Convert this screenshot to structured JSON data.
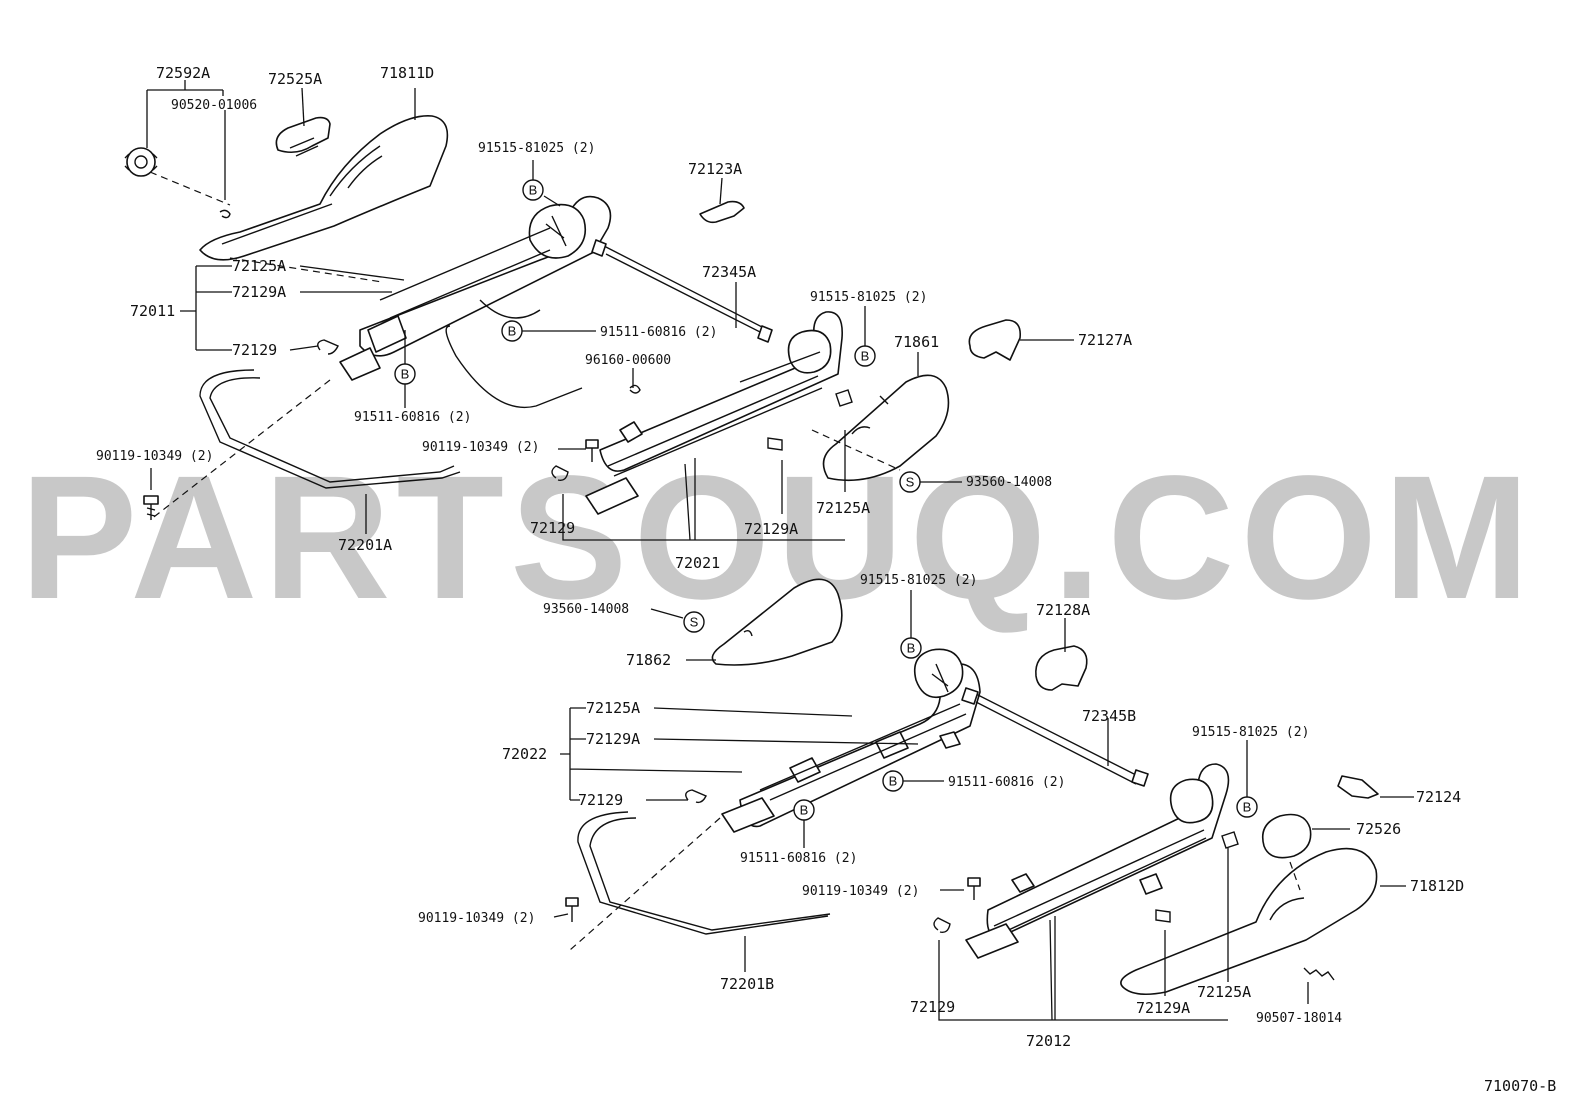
{
  "watermark": "PARTSOUQ.COM",
  "diagram_id": "710070-B",
  "callout_letters": {
    "bolt": "B",
    "screw": "S"
  },
  "labels": {
    "p72592A": "72592A",
    "p90520": "90520-01006",
    "p72525A": "72525A",
    "p71811D": "71811D",
    "p91515_a": "91515-81025 (2)",
    "p72123A": "72123A",
    "p72125A_a": "72125A",
    "p72129A_a": "72129A",
    "p72011": "72011",
    "p72129_a": "72129",
    "p72345A": "72345A",
    "p91511_a": "91511-60816 (2)",
    "p96160": "96160-00600",
    "p91515_b": "91515-81025 (2)",
    "p71861": "71861",
    "p72127A": "72127A",
    "p91511_b": "91511-60816 (2)",
    "p90119_a": "90119-10349 (2)",
    "p90119_b": "90119-10349 (2)",
    "p93560_a": "93560-14008",
    "p72125A_b": "72125A",
    "p72129_b": "72129",
    "p72129A_b": "72129A",
    "p72201A": "72201A",
    "p72021": "72021",
    "p93560_b": "93560-14008",
    "p91515_c": "91515-81025 (2)",
    "p72128A": "72128A",
    "p71862": "71862",
    "p72125A_c": "72125A",
    "p72129A_c": "72129A",
    "p72022": "72022",
    "p72345B": "72345B",
    "p91515_d": "91515-81025 (2)",
    "p91511_c": "91511-60816 (2)",
    "p72129_c": "72129",
    "p72124": "72124",
    "p72526": "72526",
    "p91511_d": "91511-60816 (2)",
    "p90119_c": "90119-10349 (2)",
    "p71812D": "71812D",
    "p90119_d": "90119-10349 (2)",
    "p72201B": "72201B",
    "p72129_d": "72129",
    "p72129A_d": "72129A",
    "p72125A_d": "72125A",
    "p90507": "90507-18014",
    "p72012": "72012"
  }
}
